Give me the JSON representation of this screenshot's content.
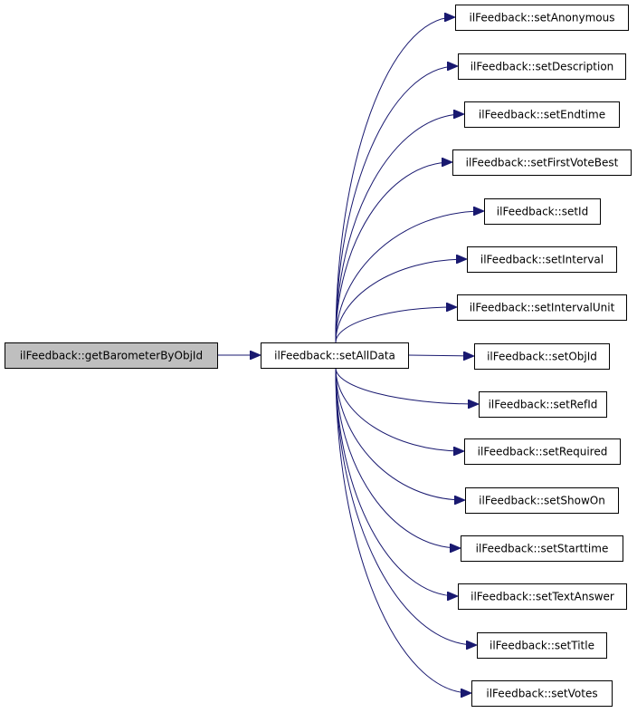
{
  "diagram": {
    "type": "call-graph",
    "colors": {
      "edge": "#191970",
      "node_border": "#000000",
      "source_fill": "#bfbfbf",
      "node_fill": "#ffffff"
    },
    "source": {
      "label": "ilFeedback::getBarometerByObjId"
    },
    "hub": {
      "label": "ilFeedback::setAllData"
    },
    "targets": [
      {
        "label": "ilFeedback::setAnonymous"
      },
      {
        "label": "ilFeedback::setDescription"
      },
      {
        "label": "ilFeedback::setEndtime"
      },
      {
        "label": "ilFeedback::setFirstVoteBest"
      },
      {
        "label": "ilFeedback::setId"
      },
      {
        "label": "ilFeedback::setInterval"
      },
      {
        "label": "ilFeedback::setIntervalUnit"
      },
      {
        "label": "ilFeedback::setObjId"
      },
      {
        "label": "ilFeedback::setRefId"
      },
      {
        "label": "ilFeedback::setRequired"
      },
      {
        "label": "ilFeedback::setShowOn"
      },
      {
        "label": "ilFeedback::setStarttime"
      },
      {
        "label": "ilFeedback::setTextAnswer"
      },
      {
        "label": "ilFeedback::setTitle"
      },
      {
        "label": "ilFeedback::setVotes"
      }
    ]
  }
}
